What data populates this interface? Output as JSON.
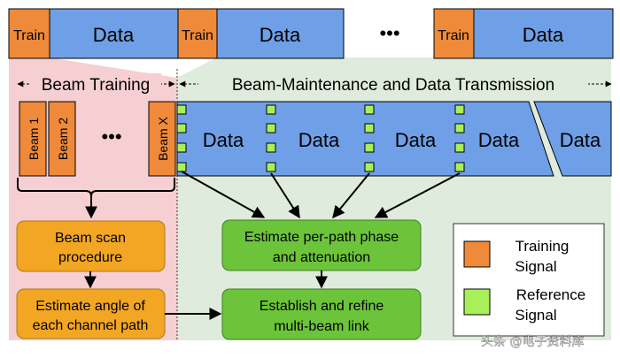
{
  "frame": {
    "train_label": "Train",
    "data_label": "Data",
    "ellipsis": "•••"
  },
  "phases": {
    "beam_training": "Beam Training",
    "beam_maintenance": "Beam-Maintenance and Data Transmission"
  },
  "beams": {
    "items": [
      "Beam 1",
      "Beam 2",
      "Beam X"
    ],
    "ellipsis": "•••"
  },
  "data_blocks": [
    "Data",
    "Data",
    "Data",
    "Data",
    "Data"
  ],
  "boxes": {
    "beam_scan": [
      "Beam scan",
      "procedure"
    ],
    "estimate_angle": [
      "Estimate angle of",
      "each channel path"
    ],
    "estimate_phase": [
      "Estimate per-path phase",
      "and attenuation"
    ],
    "establish_link": [
      "Establish and refine",
      "multi-beam link"
    ]
  },
  "legend": {
    "training": [
      "Training",
      "Signal"
    ],
    "reference": [
      "Reference",
      "Signal"
    ]
  },
  "watermark": "头条 @电子资料库",
  "colors": {
    "train_orange": "#ef8a3a",
    "data_blue": "#6f9fe6",
    "box_orange": "#f2a623",
    "box_green": "#6cc43a",
    "reference_green": "#a9ef5a",
    "pink_bg": "#f6cfd2",
    "green_bg": "#dfebdc"
  }
}
